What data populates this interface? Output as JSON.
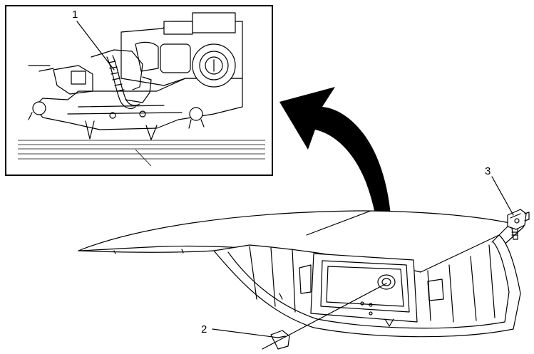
{
  "callouts": {
    "label_1": "1",
    "label_2": "2",
    "label_3": "3"
  },
  "colors": {
    "ink": "#000000",
    "paper": "#ffffff"
  }
}
